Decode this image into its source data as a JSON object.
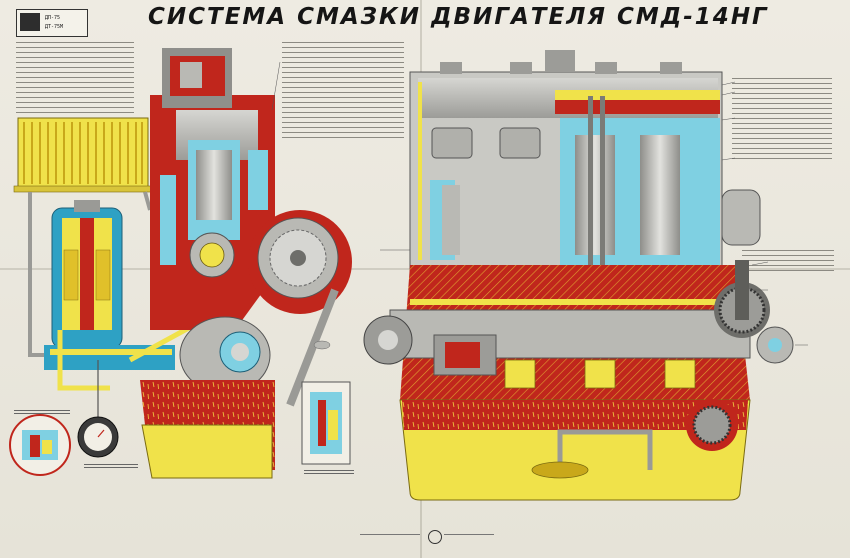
{
  "poster": {
    "title": "СИСТЕМА СМАЗКИ ДВИГАТЕЛЯ СМД-14НГ",
    "logo_line1": "ДП-75",
    "logo_line2": "ДТ-75М"
  },
  "colors": {
    "oil_red": "#c0261c",
    "oil_yellow": "#f0e24a",
    "coolant_cyan": "#7fd0e2",
    "metal_grey": "#b9b9b4",
    "dark_metal": "#6e6e6a"
  },
  "icons": [
    "radiator-icon",
    "oil-filter-icon",
    "oil-pressure-gauge-icon",
    "oil-sump-icon",
    "flywheel-gear-icon"
  ]
}
